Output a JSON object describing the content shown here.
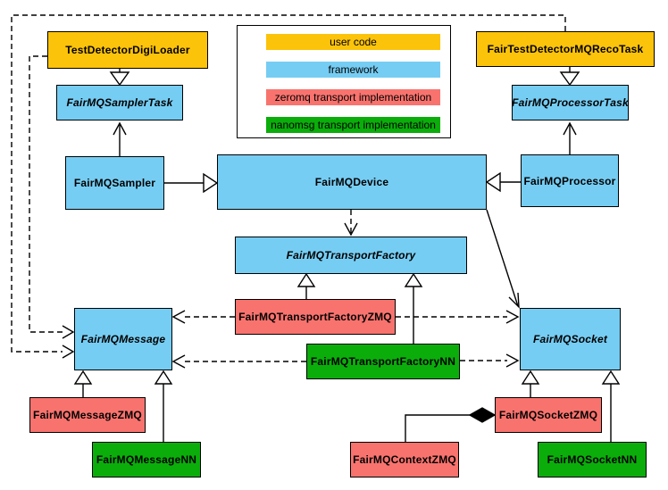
{
  "diagram": {
    "colors": {
      "user_code": "#FCC30B",
      "framework": "#76CDF3",
      "zeromq": "#F9736E",
      "nanomsg": "#0BAD0B",
      "line": "#000000",
      "background": "#FFFFFF"
    },
    "legend": {
      "items": [
        {
          "label": "user code"
        },
        {
          "label": "framework"
        },
        {
          "label": "zeromq transport implementation"
        },
        {
          "label": "nanomsg transport implementation"
        }
      ]
    },
    "nodes": {
      "test_detector_digi_loader": {
        "label": "TestDetectorDigiLoader",
        "layer": "user code",
        "abstract": false
      },
      "fair_test_detector_mq_reco_task": {
        "label": "FairTestDetectorMQRecoTask",
        "layer": "user code",
        "abstract": false
      },
      "fairmq_sampler_task": {
        "label": "FairMQSamplerTask",
        "layer": "framework",
        "abstract": true
      },
      "fairmq_processor_task": {
        "label": "FairMQProcessorTask",
        "layer": "framework",
        "abstract": true
      },
      "fairmq_sampler": {
        "label": "FairMQSampler",
        "layer": "framework",
        "abstract": false
      },
      "fairmq_device": {
        "label": "FairMQDevice",
        "layer": "framework",
        "abstract": false
      },
      "fairmq_processor": {
        "label": "FairMQProcessor",
        "layer": "framework",
        "abstract": false
      },
      "fairmq_transport_factory": {
        "label": "FairMQTransportFactory",
        "layer": "framework",
        "abstract": true
      },
      "fairmq_transport_factory_zmq": {
        "label": "FairMQTransportFactoryZMQ",
        "layer": "zeromq",
        "abstract": false
      },
      "fairmq_transport_factory_nn": {
        "label": "FairMQTransportFactoryNN",
        "layer": "nanomsg",
        "abstract": false
      },
      "fairmq_message": {
        "label": "FairMQMessage",
        "layer": "framework",
        "abstract": true
      },
      "fairmq_socket": {
        "label": "FairMQSocket",
        "layer": "framework",
        "abstract": true
      },
      "fairmq_message_zmq": {
        "label": "FairMQMessageZMQ",
        "layer": "zeromq",
        "abstract": false
      },
      "fairmq_message_nn": {
        "label": "FairMQMessageNN",
        "layer": "nanomsg",
        "abstract": false
      },
      "fairmq_context_zmq": {
        "label": "FairMQContextZMQ",
        "layer": "zeromq",
        "abstract": false
      },
      "fairmq_socket_zmq": {
        "label": "FairMQSocketZMQ",
        "layer": "zeromq",
        "abstract": false
      },
      "fairmq_socket_nn": {
        "label": "FairMQSocketNN",
        "layer": "nanomsg",
        "abstract": false
      }
    },
    "edges": [
      {
        "from": "TestDetectorDigiLoader",
        "to": "FairMQSamplerTask",
        "line": "solid",
        "head": "hollow-triangle"
      },
      {
        "from": "FairTestDetectorMQRecoTask",
        "to": "FairMQProcessorTask",
        "line": "solid",
        "head": "hollow-triangle"
      },
      {
        "from": "FairMQSampler",
        "to": "FairMQSamplerTask",
        "line": "solid",
        "head": "open-arrow"
      },
      {
        "from": "FairMQProcessor",
        "to": "FairMQProcessorTask",
        "line": "solid",
        "head": "open-arrow"
      },
      {
        "from": "FairMQSampler",
        "to": "FairMQDevice",
        "line": "solid",
        "head": "hollow-triangle"
      },
      {
        "from": "FairMQProcessor",
        "to": "FairMQDevice",
        "line": "solid",
        "head": "hollow-triangle"
      },
      {
        "from": "FairMQDevice",
        "to": "FairMQTransportFactory",
        "line": "dashed",
        "head": "open-arrow"
      },
      {
        "from": "FairMQDevice",
        "to": "FairMQSocket",
        "line": "solid",
        "head": "open-arrow"
      },
      {
        "from": "FairMQTransportFactoryZMQ",
        "to": "FairMQTransportFactory",
        "line": "solid",
        "head": "hollow-triangle"
      },
      {
        "from": "FairMQTransportFactoryNN",
        "to": "FairMQTransportFactory",
        "line": "solid",
        "head": "hollow-triangle"
      },
      {
        "from": "FairMQTransportFactoryZMQ",
        "to": "FairMQMessage",
        "line": "dashed",
        "head": "open-arrow"
      },
      {
        "from": "FairMQTransportFactoryZMQ",
        "to": "FairMQSocket",
        "line": "dashed",
        "head": "open-arrow"
      },
      {
        "from": "FairMQTransportFactoryNN",
        "to": "FairMQMessage",
        "line": "dashed",
        "head": "open-arrow"
      },
      {
        "from": "FairMQTransportFactoryNN",
        "to": "FairMQSocket",
        "line": "dashed",
        "head": "open-arrow"
      },
      {
        "from": "TestDetectorDigiLoader",
        "to": "FairMQMessage",
        "line": "dashed",
        "head": "open-arrow"
      },
      {
        "from": "FairTestDetectorMQRecoTask",
        "to": "FairMQMessage",
        "line": "dashed",
        "head": "open-arrow"
      },
      {
        "from": "FairMQMessageZMQ",
        "to": "FairMQMessage",
        "line": "solid",
        "head": "hollow-triangle"
      },
      {
        "from": "FairMQMessageNN",
        "to": "FairMQMessage",
        "line": "solid",
        "head": "hollow-triangle"
      },
      {
        "from": "FairMQSocketZMQ",
        "to": "FairMQSocket",
        "line": "solid",
        "head": "hollow-triangle"
      },
      {
        "from": "FairMQSocketNN",
        "to": "FairMQSocket",
        "line": "solid",
        "head": "hollow-triangle"
      },
      {
        "from": "FairMQContextZMQ",
        "to": "FairMQSocketZMQ",
        "line": "solid",
        "head": "filled-diamond"
      }
    ]
  }
}
